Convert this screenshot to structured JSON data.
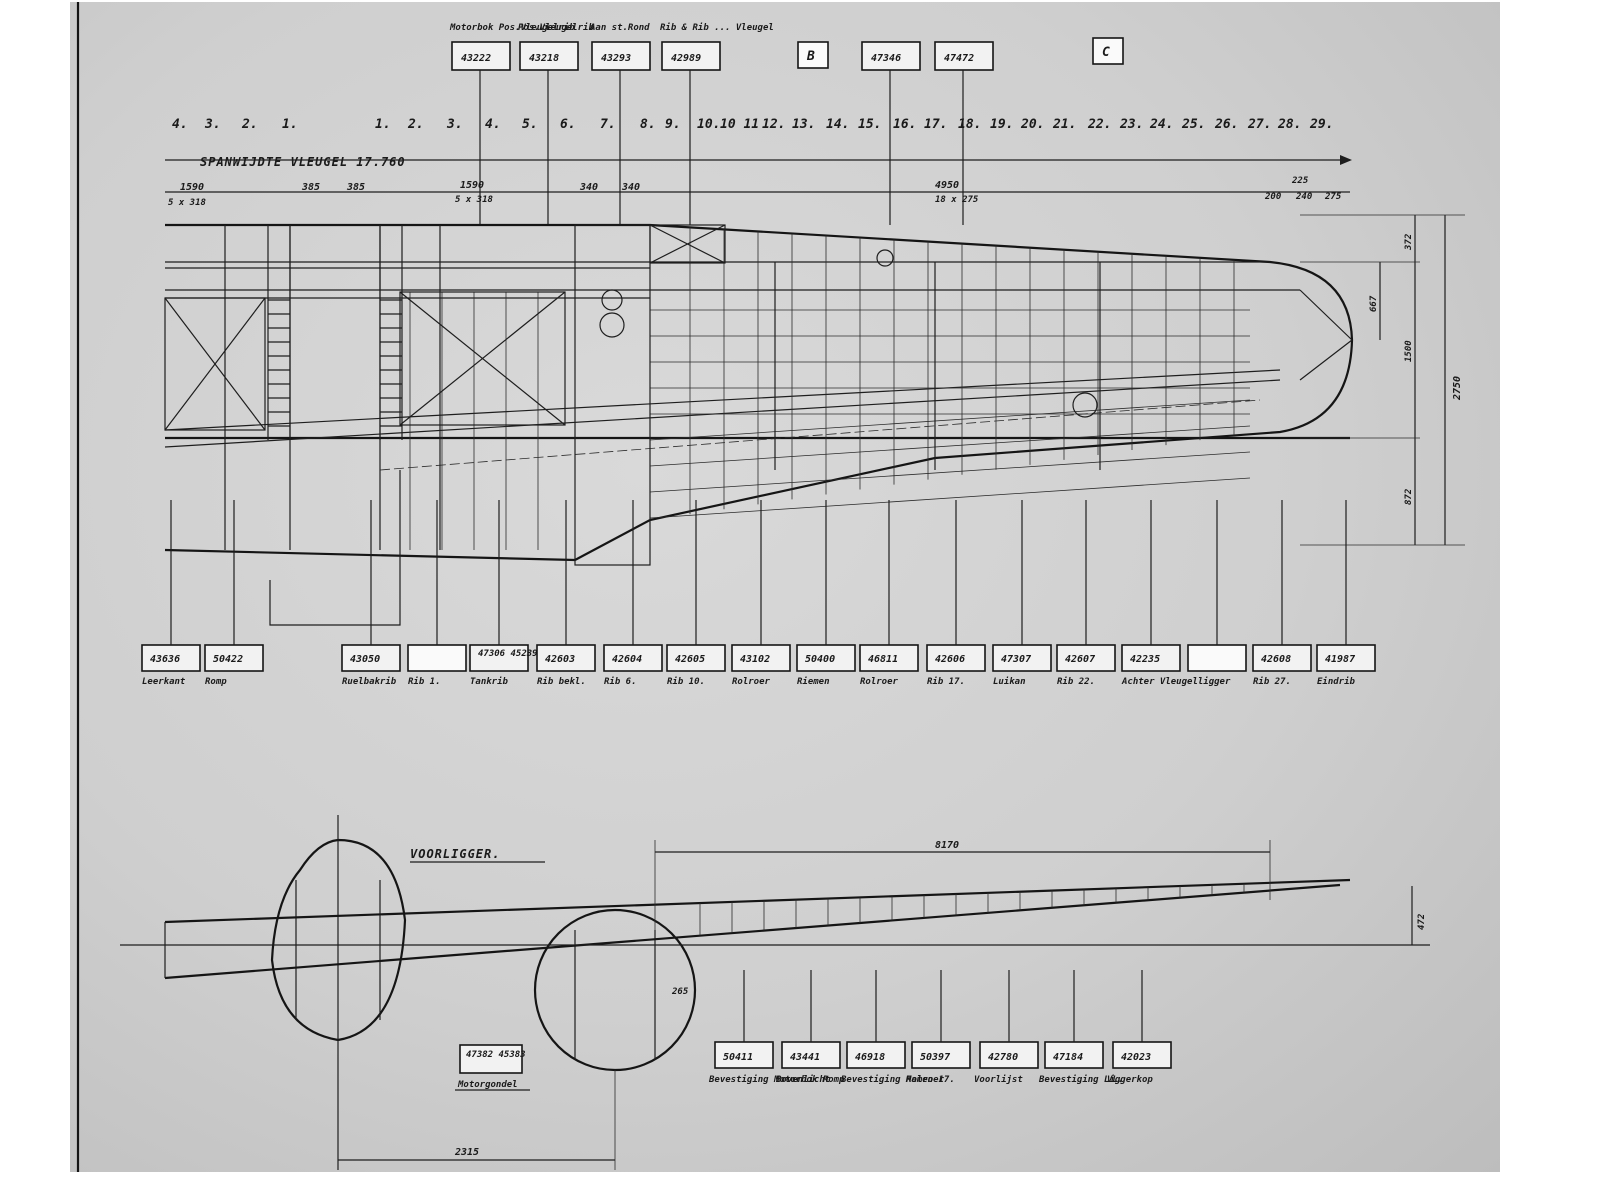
{
  "title": "SPANWIJDTE VLEUGEL 17.760",
  "section_title": "VOORLIGGER.",
  "markers": [
    "B",
    "C"
  ],
  "rib_numbers": [
    "4.",
    "3.",
    "2.",
    "1.",
    "1.",
    "2.",
    "3.",
    "4.",
    "5.",
    "6.",
    "7.",
    "8.",
    "9.",
    "10.",
    "10 11",
    "12.",
    "13.",
    "14.",
    "15.",
    "16.",
    "17.",
    "18.",
    "19.",
    "20.",
    "21.",
    "22.",
    "23.",
    "24.",
    "25.",
    "26.",
    "27.",
    "28.",
    "29."
  ],
  "top_boxes": [
    {
      "label": "Motorbok Pos.Vleugelrib",
      "num": "43222"
    },
    {
      "label": "Pos.Vleugelrib",
      "num": "43218"
    },
    {
      "label": "Aan st.Rond",
      "num": "43293"
    },
    {
      "label": "Rib & Rib ... Vleugel",
      "num": "42989"
    },
    {
      "label": "",
      "num": "47346"
    },
    {
      "label": "",
      "num": "47472"
    }
  ],
  "dimensions_top": {
    "d1": "1590",
    "d1b": "5 x 318",
    "d2": "385",
    "d3": "385",
    "d4": "1590",
    "d4b": "5 x 318",
    "d5": "340",
    "d6": "340",
    "d7": "4950",
    "d7b": "18 x 275",
    "d8": "225",
    "d9": "200",
    "d10": "240",
    "d11": "275"
  },
  "dimensions_right": {
    "total": "2750",
    "a": "372",
    "b": "667",
    "c": "1500",
    "d": "872"
  },
  "bottom_boxes": [
    {
      "num": "43636",
      "label": "Leerkant"
    },
    {
      "num": "50422",
      "label": "Romp"
    },
    {
      "num": "43050",
      "label": "Ruelbakrib"
    },
    {
      "num": "",
      "label": "Rib 1."
    },
    {
      "num": "47306 45239",
      "label": "Tankrib"
    },
    {
      "num": "42603",
      "label": "Rib bekl."
    },
    {
      "num": "42604",
      "label": "Rib 6."
    },
    {
      "num": "42605",
      "label": "Rib 10."
    },
    {
      "num": "43102",
      "label": "Rolroer"
    },
    {
      "num": "50400",
      "label": "Riemen"
    },
    {
      "num": "46811",
      "label": "Rolroer"
    },
    {
      "num": "42606",
      "label": "Rib 17."
    },
    {
      "num": "47307",
      "label": "Luikan"
    },
    {
      "num": "42607",
      "label": "Rib 22."
    },
    {
      "num": "42235",
      "label": "Achter Vleugelligger"
    },
    {
      "num": "",
      "label": ""
    },
    {
      "num": "42608",
      "label": "Rib 27."
    },
    {
      "num": "41987",
      "label": "Eindrib"
    }
  ],
  "lower": {
    "dim_span": "8170",
    "dim_height": "472",
    "dim_small": "265",
    "dim_bottom": "2315",
    "left_box": {
      "num": "47382 45383",
      "label": "Motorgondel"
    },
    "boxes": [
      {
        "num": "50411",
        "label": "Bevestiging Motorbok Romp"
      },
      {
        "num": "43441",
        "label": "Bovenlicht"
      },
      {
        "num": "46918",
        "label": "Bevestiging Rolroer"
      },
      {
        "num": "50397",
        "label": "Mamen 17."
      },
      {
        "num": "42780",
        "label": "Voorlijst"
      },
      {
        "num": "47184",
        "label": "Bevestiging Liggerkop"
      },
      {
        "num": "42023",
        "label": "VL."
      }
    ]
  }
}
